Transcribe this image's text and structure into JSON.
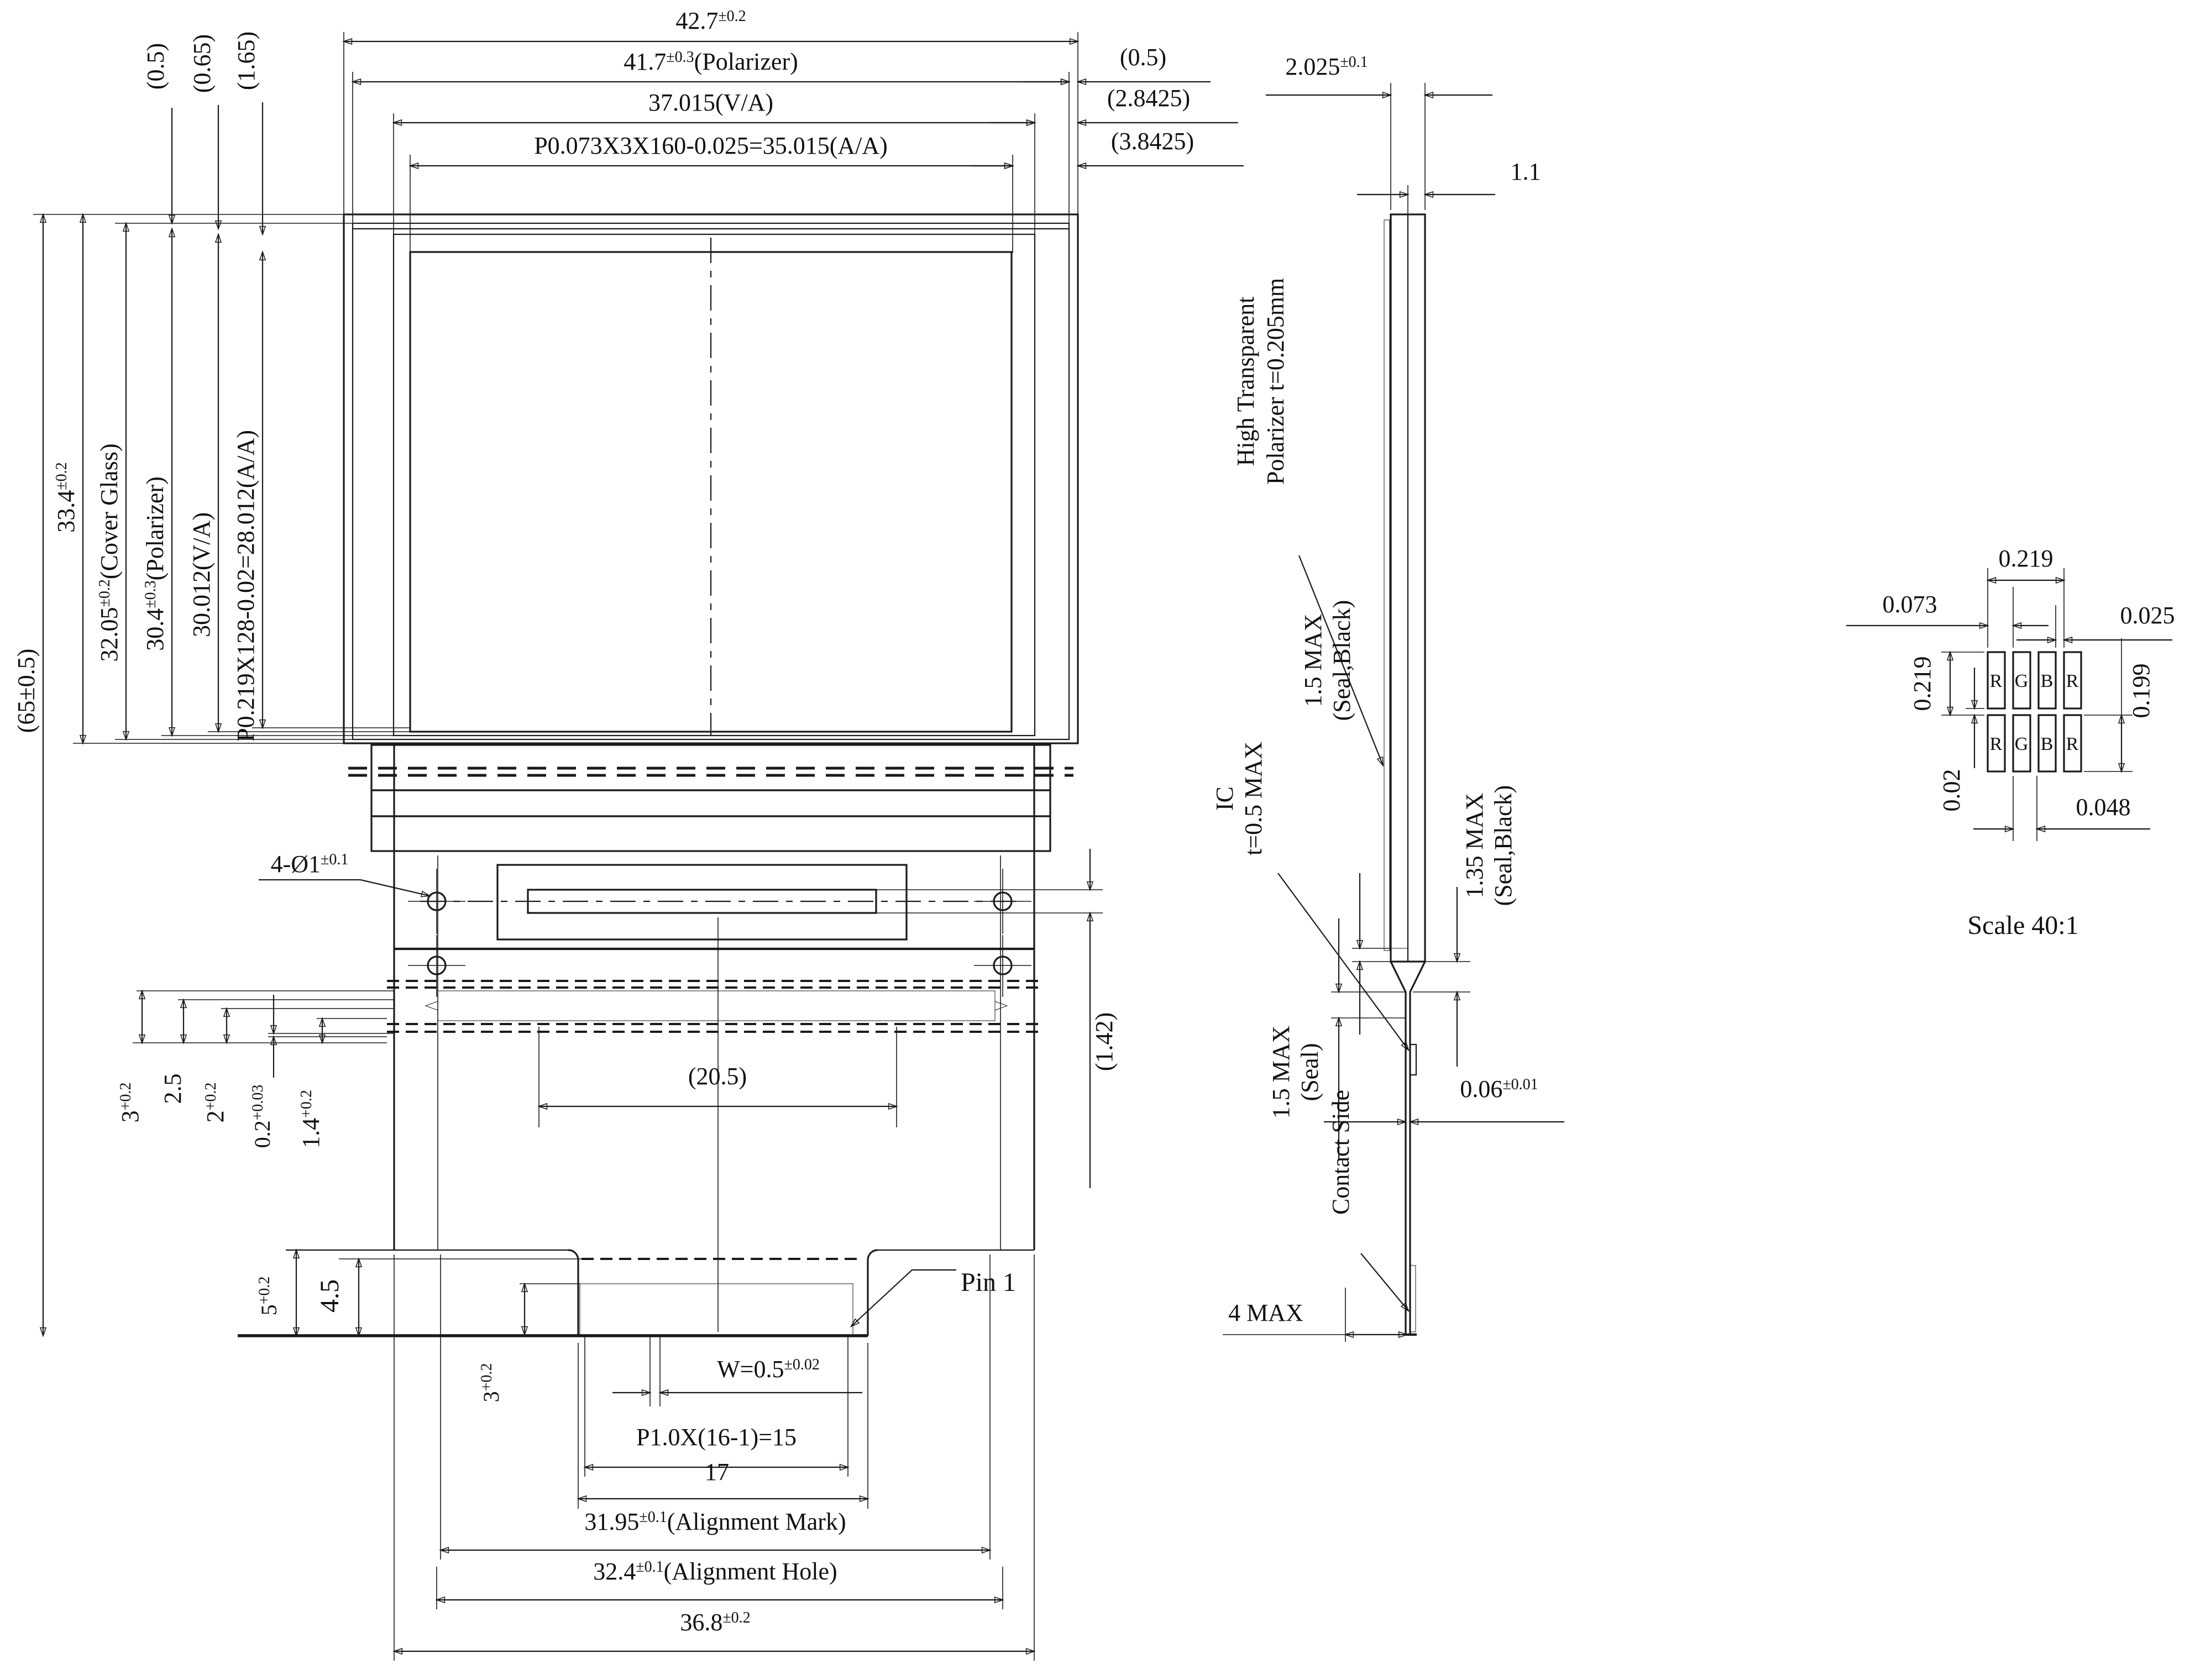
{
  "front": {
    "dim_42_7": {
      "v": "42.7",
      "t": "±0.2"
    },
    "dim_41_7": {
      "v": "41.7",
      "t": "±0.3",
      "s": "(Polarizer)"
    },
    "dim_37": {
      "v": "37.015",
      "s": "(V/A)"
    },
    "dim_35": {
      "v": "P0.073X3X160-0.025=35.015",
      "s": "(A/A)"
    },
    "off_05": "(0.5)",
    "off_284": "(2.8425)",
    "off_384": "(3.8425)",
    "left": {
      "d65": "(65±0.5)",
      "d334": {
        "v": "33.4",
        "t": "±0.2"
      },
      "d3205": {
        "v": "32.05",
        "t": "±0.2",
        "s": "(Cover Glass)"
      },
      "d304": {
        "v": "30.4",
        "t": "±0.3",
        "s": "(Polarizer)"
      },
      "d30012": "30.012(V/A)",
      "d28012": "P0.219X128-0.02=28.012(A/A)",
      "o05": "(0.5)",
      "o065": "(0.65)",
      "o165": "(1.65)"
    },
    "holes_label": {
      "v": "4-Ø1",
      "t": "±0.1"
    },
    "d142": "(1.42)",
    "d205": "(20.5)",
    "cluster": {
      "c3": {
        "v": "3",
        "t": "+0.2"
      },
      "c25": "2.5",
      "c2": {
        "v": "2",
        "t": "+0.2"
      },
      "c02": {
        "v": "0.2",
        "t": "+0.03"
      },
      "c14": {
        "v": "1.4",
        "t": "+0.2"
      }
    },
    "bottom": {
      "d5": {
        "v": "5",
        "t": "+0.2"
      },
      "d45": "4.5",
      "d3": {
        "v": "3",
        "t": "+0.2"
      },
      "pin1": "Pin 1",
      "w": {
        "v": "W=0.5",
        "t": "±0.02"
      },
      "pitch": "P1.0X(16-1)=15",
      "d17": "17",
      "mark": {
        "v": "31.95",
        "t": "±0.1",
        "s": "(Alignment Mark)"
      },
      "hole": {
        "v": "32.4",
        "t": "±0.1",
        "s": "(Alignment Hole)"
      },
      "d368": {
        "v": "36.8",
        "t": "±0.2"
      }
    }
  },
  "side": {
    "d2025": {
      "v": "2.025",
      "t": "±0.1"
    },
    "d11": "1.1",
    "pol1": "High Transparent",
    "pol2": "Polarizer t=0.205mm",
    "seal_top1": "1.5 MAX",
    "seal_top2": "(Seal,Black)",
    "ic1": "IC",
    "ic2": "t=0.5 MAX",
    "seal135_1": "1.35 MAX",
    "seal135_2": "(Seal,Black)",
    "seal_bot1": "1.5 MAX",
    "seal_bot2": "(Seal)",
    "contact": "Contact Side",
    "d006": {
      "v": "0.06",
      "t": "±0.01"
    },
    "d4max": "4 MAX"
  },
  "pixel": {
    "p219t": "0.219",
    "p073": "0.073",
    "p025": "0.025",
    "p219l": "0.219",
    "p002": "0.02",
    "p199": "0.199",
    "p048": "0.048",
    "r": "R",
    "g": "G",
    "b": "B",
    "scale": "Scale 40:1"
  },
  "colors": {
    "ink": "#1a1a1a",
    "paper": "#ffffff"
  }
}
